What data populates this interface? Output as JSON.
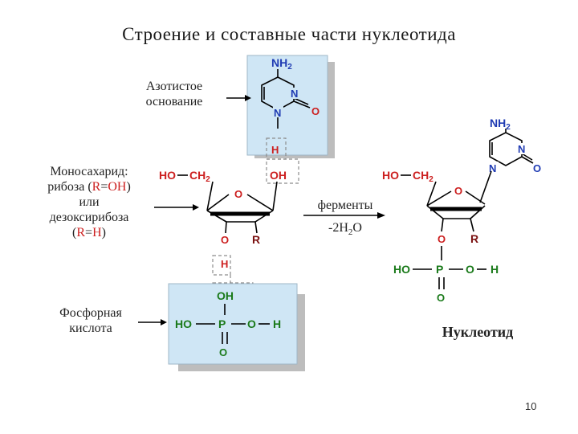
{
  "title": "Строение и составные части нуклеотида",
  "labels": {
    "base": [
      "Азотистое",
      "основание"
    ],
    "sugar": [
      "Моносахарид:",
      "рибоза (R=OH)",
      "или",
      "дезоксирибоза",
      "(R=H)"
    ],
    "acid": [
      "Фосфорная",
      "кислота"
    ],
    "enzymes": "ферменты",
    "water": "-2H₂O",
    "product": "Нуклеотид"
  },
  "chem": {
    "nh2": "NH₂",
    "n": "N",
    "o": "O",
    "h": "H",
    "oh": "OH",
    "r": "R",
    "ho": "HO",
    "ch2": "CH₂",
    "p": "P"
  },
  "page_number": "10",
  "colors": {
    "box_fill": "#cfe6f5",
    "box_shadow": "#bdbdbd",
    "red": "#cc1f1f",
    "blue": "#1f3bb3",
    "green": "#1a7a1a"
  }
}
